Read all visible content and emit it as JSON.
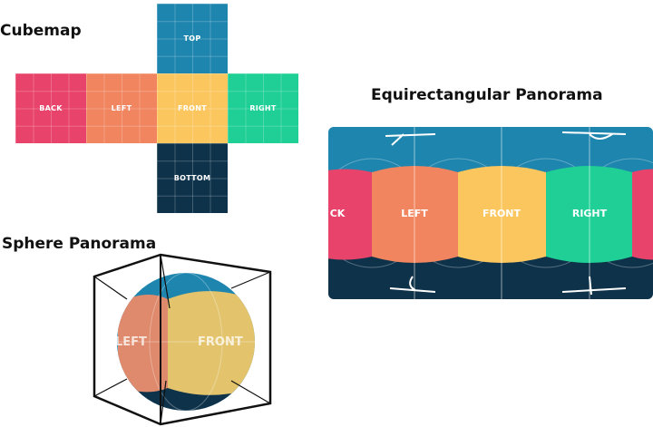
{
  "titles": {
    "cubemap": "Cubemap",
    "equirect": "Equirectangular Panorama",
    "sphere": "Sphere Panorama"
  },
  "colors": {
    "top": "#1e85ae",
    "back": "#e8436a",
    "left": "#f1855f",
    "front": "#fcc65e",
    "right": "#1fcf95",
    "bottom": "#0e324a"
  },
  "cubemap": {
    "faces": [
      {
        "label": "TOP"
      },
      {
        "label": "BACK"
      },
      {
        "label": "LEFT"
      },
      {
        "label": "FRONT"
      },
      {
        "label": "RIGHT"
      },
      {
        "label": "BOTTOM"
      }
    ]
  },
  "equirect": {
    "labels": [
      "CK",
      "LEFT",
      "FRONT",
      "RIGHT"
    ]
  },
  "sphere": {
    "labels": [
      "LEFT",
      "FRONT"
    ]
  }
}
